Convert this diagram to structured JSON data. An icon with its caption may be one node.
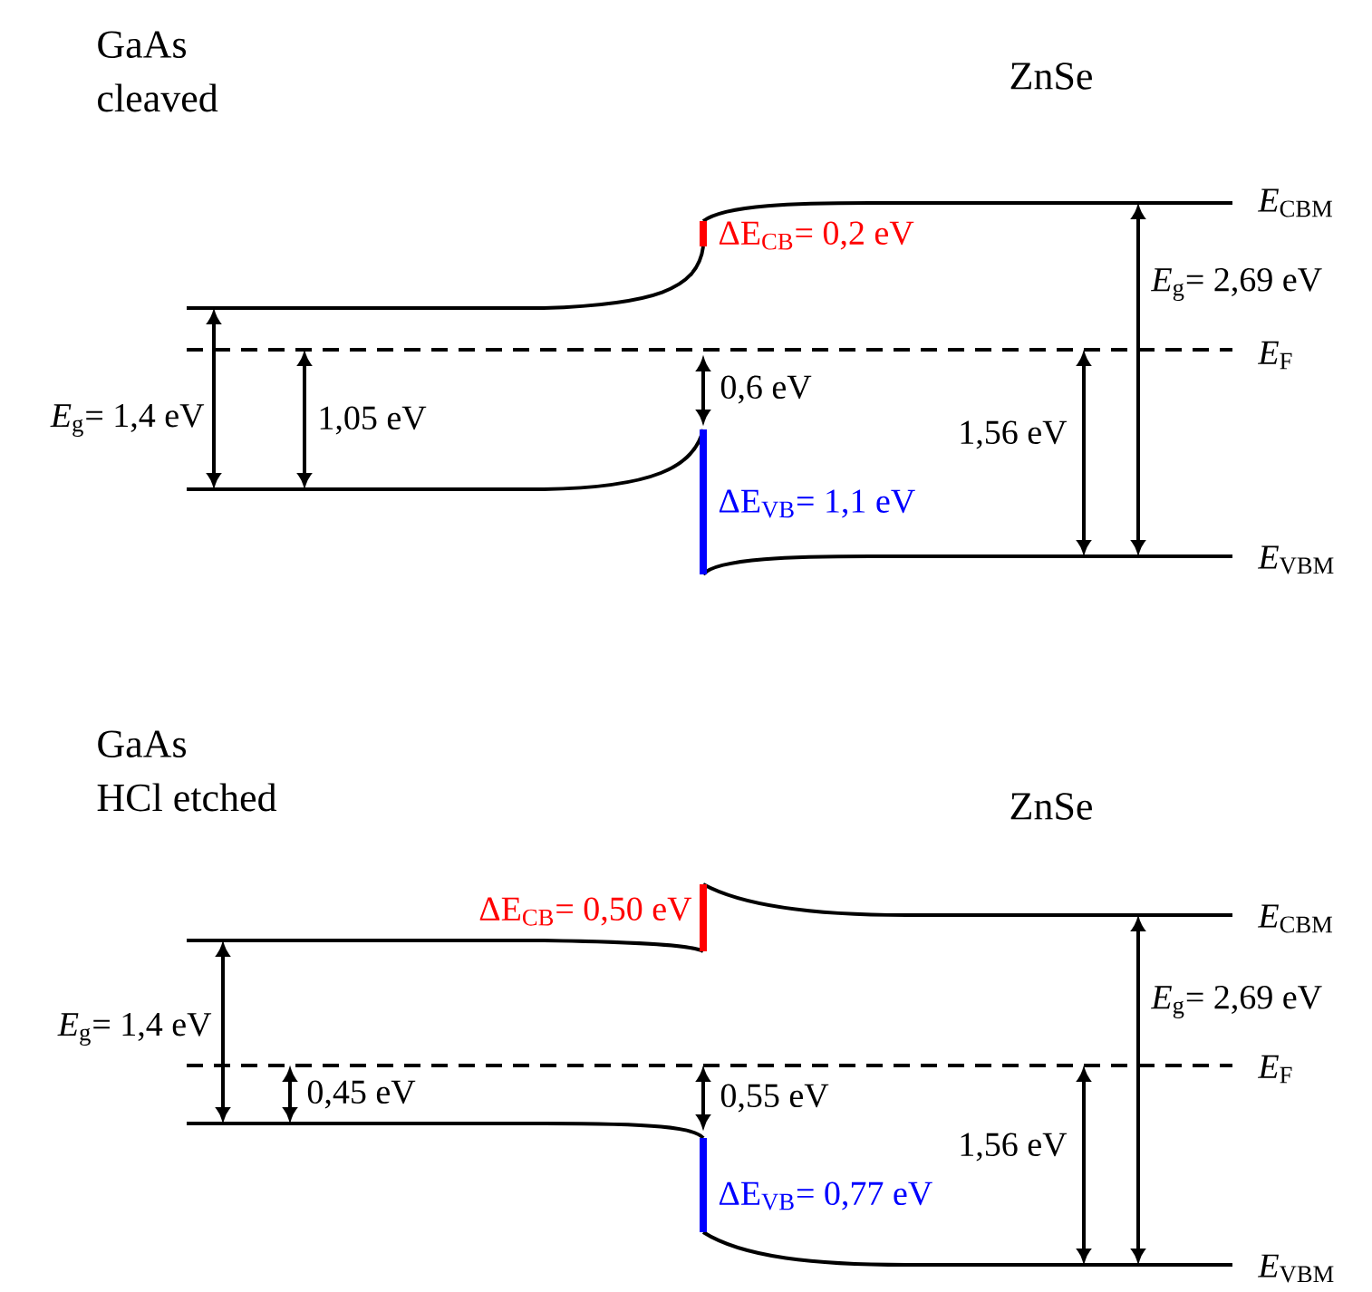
{
  "diagram": {
    "labels": [
      "GaAs",
      "cleaved",
      "ZnSe",
      "*E*$_{CBM}$",
      "ΔE$_{CB}$= 0,2 eV",
      "*E*$_{g}$= 2,69 eV",
      "*E*$_{F}$",
      "*E*$_{g}$= 1,4 eV",
      "1,05 eV",
      "0,6 eV",
      "1,56 eV",
      "ΔE$_{VB}$= 1,1 eV",
      "*E*$_{VBM}$",
      "GaAs",
      "HCl etched",
      "ZnSe",
      "ΔE$_{CB}$= 0,50 eV",
      "*E*$_{CBM}$",
      "*E*$_{g}$= 1,4 eV",
      "*E*$_{g}$= 2,69 eV",
      "*E*$_{F}$",
      "0,45 eV",
      "0,55 eV",
      "1,56 eV",
      "ΔE$_{VB}$= 0,77 eV",
      "*E*$_{VBM}$"
    ]
  }
}
